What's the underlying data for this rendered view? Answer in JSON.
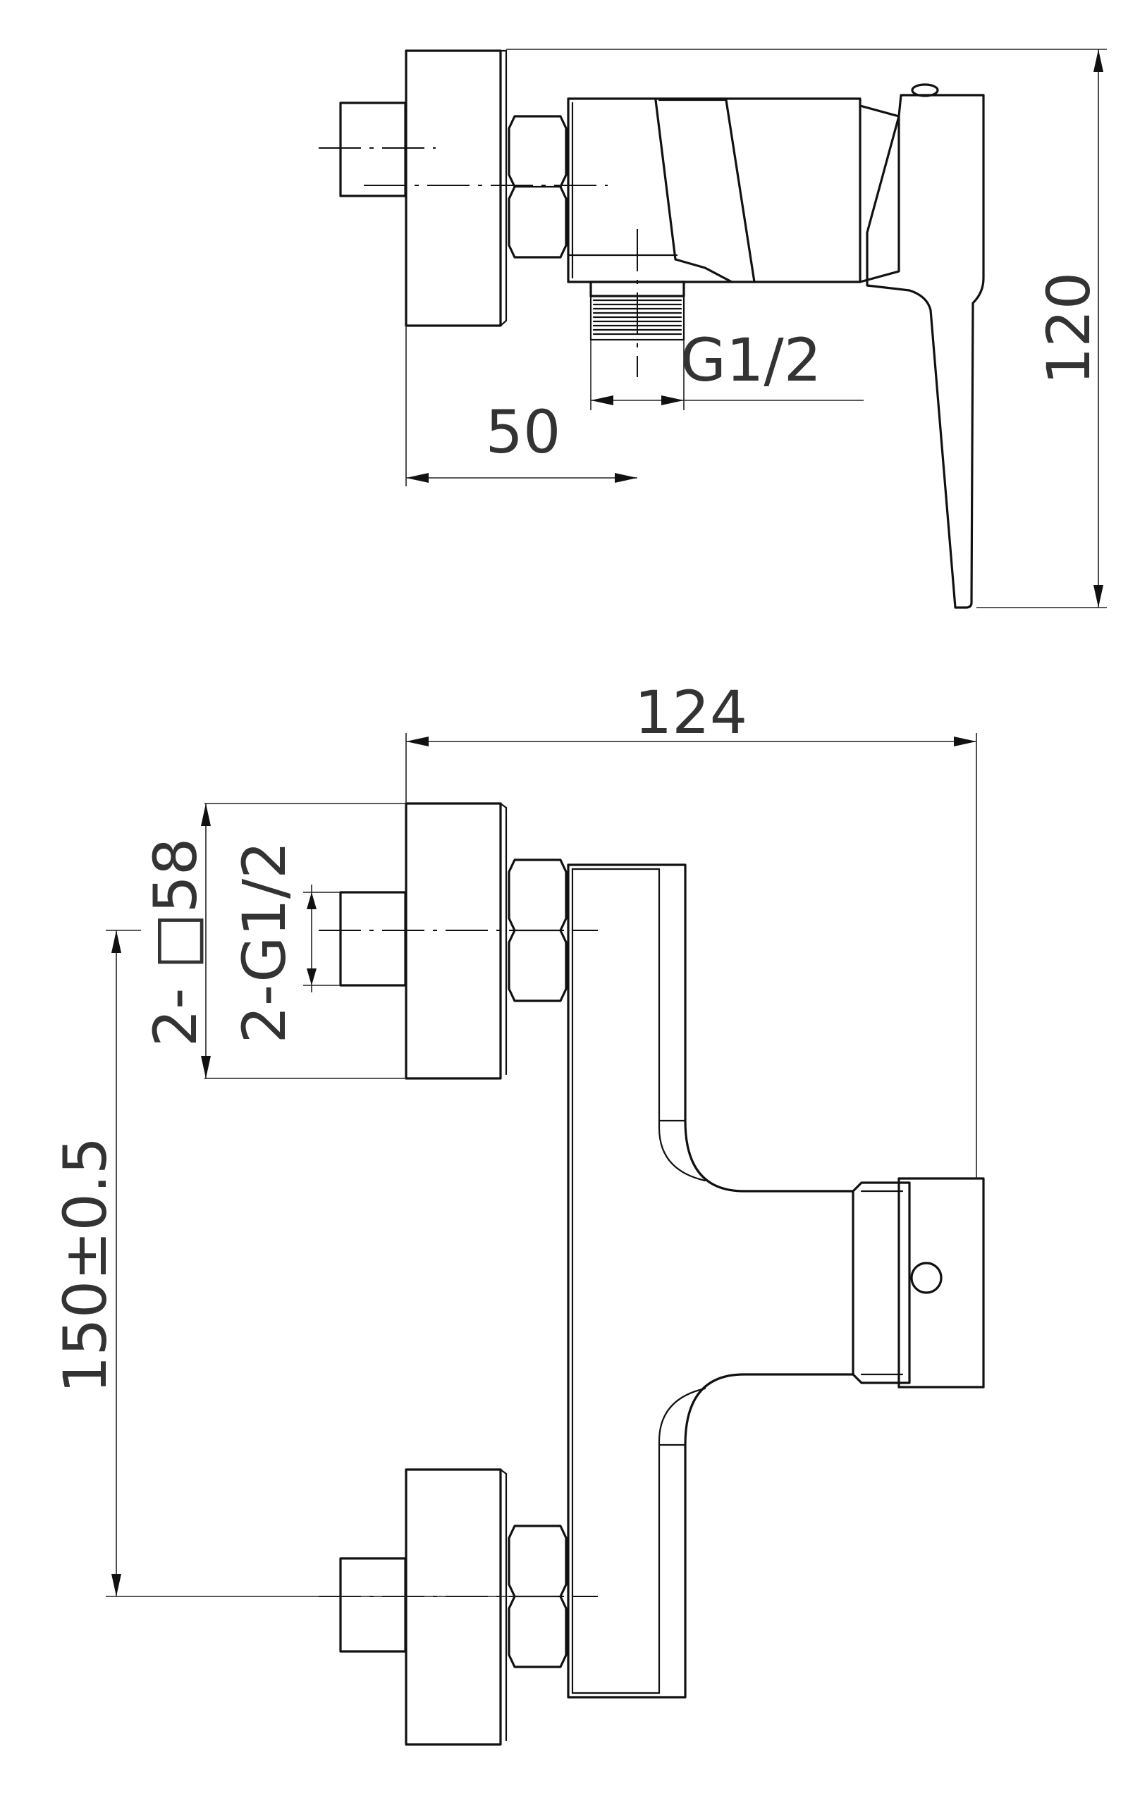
{
  "side_view": {
    "thread_label": "G1/2",
    "width_dim": "50",
    "height_dim": "120"
  },
  "front_view": {
    "width_dim": "124",
    "spacing_dim": "150±0.5",
    "square_label": "2- □58",
    "thread_label": "2-G1/2"
  }
}
